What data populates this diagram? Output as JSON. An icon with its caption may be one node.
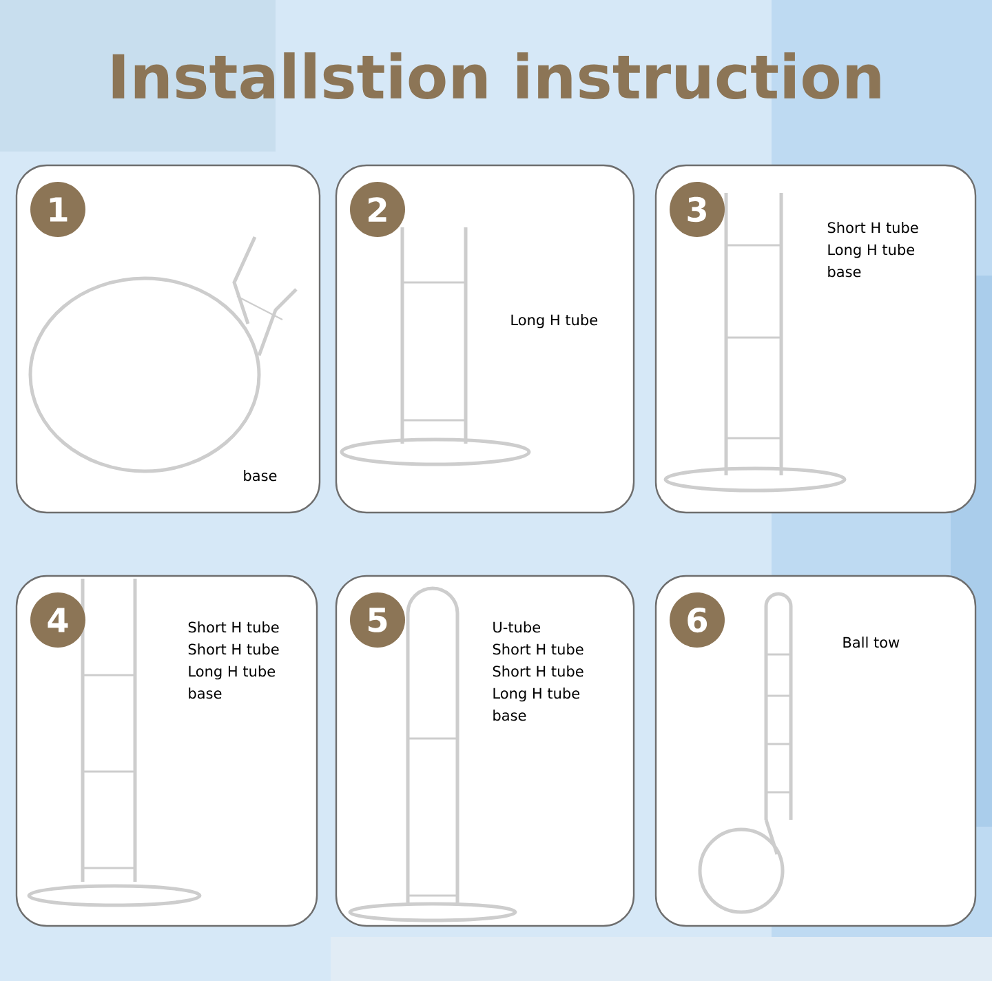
{
  "diagram": {
    "title": "Installstion instruction",
    "nodes": [
      {
        "text": [
          "1",
          "base"
        ]
      },
      {
        "text": [
          "2",
          "Long H tube"
        ]
      },
      {
        "text": [
          "3",
          "Short H tube",
          "Long H tube",
          "base"
        ]
      },
      {
        "text": [
          "4",
          "Short H tube",
          "Short H tube",
          "Long H tube",
          "base"
        ]
      },
      {
        "text": [
          "5",
          "U-tube",
          "Short H tube",
          "Short H tube",
          "Long H tube",
          "base"
        ]
      },
      {
        "text": [
          "6",
          "Ball tow"
        ]
      }
    ]
  }
}
